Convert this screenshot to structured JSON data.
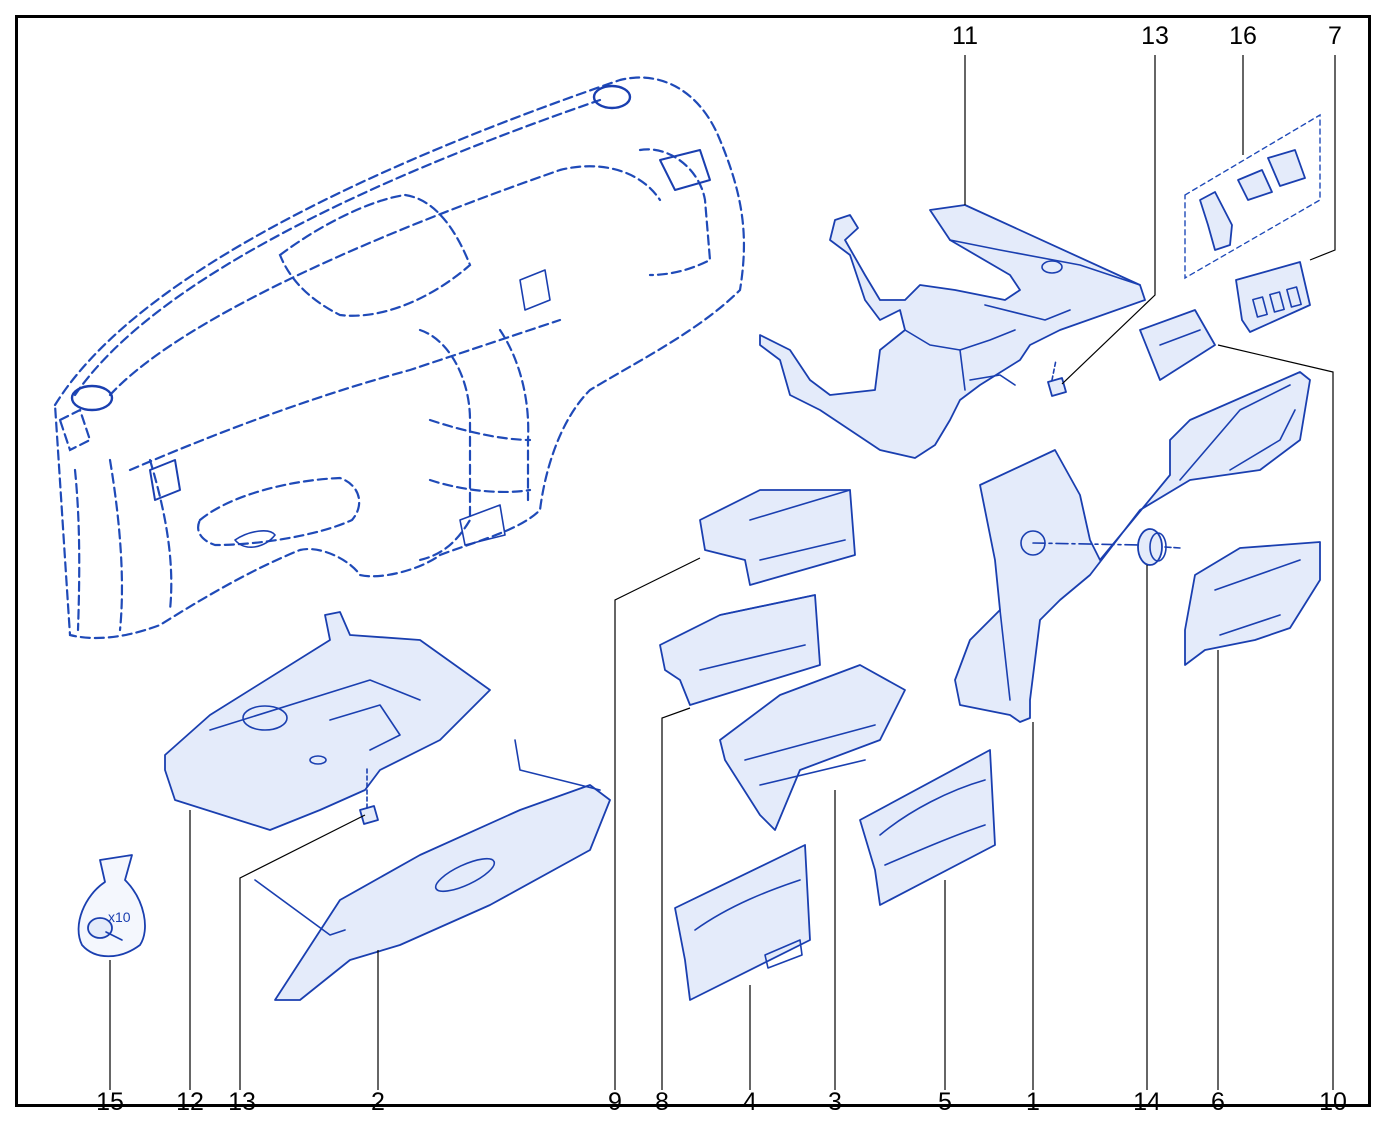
{
  "diagram": {
    "colors": {
      "line": "#1a3fb0",
      "fill": "#e4ebfa",
      "frame": "#000000",
      "background": "#ffffff"
    },
    "top_labels": [
      {
        "id": "t11",
        "text": "11"
      },
      {
        "id": "t13",
        "text": "13"
      },
      {
        "id": "t16",
        "text": "16"
      },
      {
        "id": "t7",
        "text": "7"
      }
    ],
    "bottom_labels": [
      {
        "id": "b15",
        "text": "15"
      },
      {
        "id": "b12",
        "text": "12"
      },
      {
        "id": "b13",
        "text": "13"
      },
      {
        "id": "b2",
        "text": "2"
      },
      {
        "id": "b9",
        "text": "9"
      },
      {
        "id": "b8",
        "text": "8"
      },
      {
        "id": "b4",
        "text": "4"
      },
      {
        "id": "b3",
        "text": "3"
      },
      {
        "id": "b5",
        "text": "5"
      },
      {
        "id": "b1",
        "text": "1"
      },
      {
        "id": "b14",
        "text": "14"
      },
      {
        "id": "b6",
        "text": "6"
      },
      {
        "id": "b10",
        "text": "10"
      }
    ],
    "fastener_bag": {
      "quantity": "x10"
    }
  }
}
